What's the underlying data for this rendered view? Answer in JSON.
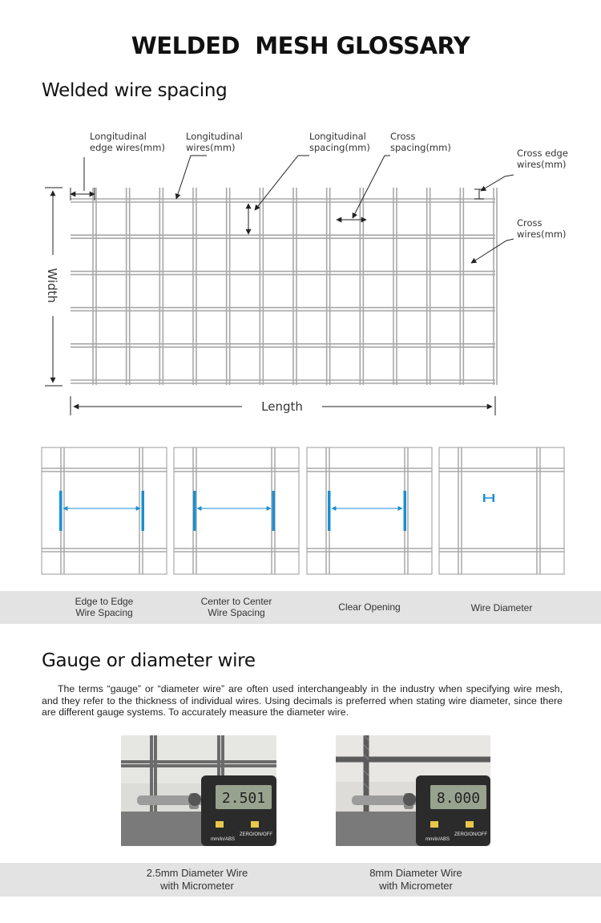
{
  "page": {
    "title": "WELDED  MESH GLOSSARY"
  },
  "section1": {
    "title": "Welded wire spacing",
    "labels": {
      "longitudinal_edge_line1": "Longitudinal",
      "longitudinal_edge_line2": "edge wires(mm)",
      "longitudinal_wires_line1": "Longitudinal",
      "longitudinal_wires_line2": "wires(mm)",
      "longitudinal_spacing_line1": "Longitudinal",
      "longitudinal_spacing_line2": "spacing(mm)",
      "cross_spacing_line1": "Cross",
      "cross_spacing_line2": "spacing(mm)",
      "cross_edge_line1": "Cross edge",
      "cross_edge_line2": "wires(mm)",
      "cross_wires_line1": "Cross",
      "cross_wires_line2": "wires(mm)",
      "width": "Width",
      "length": "Length"
    },
    "accent_color": "#1a8fd0",
    "wire_color": "#a8a8a8",
    "spacing_types": [
      {
        "line1": "Edge to Edge",
        "line2": "Wire Spacing"
      },
      {
        "line1": "Center to Center",
        "line2": "Wire Spacing"
      },
      {
        "line1": "Clear Opening",
        "line2": ""
      },
      {
        "line1": "Wire Diameter",
        "line2": ""
      }
    ]
  },
  "section2": {
    "title": "Gauge or diameter wire",
    "intro": "The terms “gauge” or “diameter wire” are often used interchangeably in the industry when specifying wire mesh, and they refer to the thickness of individual wires. Using decimals is preferred when stating wire diameter, since there are different gauge systems. To accurately measure the diameter wire.",
    "photos": [
      {
        "readout": "2.501",
        "btn_left": "mm/in/ABS",
        "btn_right": "ZERO/ON/OFF",
        "caption_line1": "2.5mm Diameter Wire",
        "caption_line2": "with Micrometer"
      },
      {
        "readout": "8.000",
        "btn_left": "mm/in/ABS",
        "btn_right": "ZERO/ON/OFF",
        "caption_line1": "8mm Diameter Wire",
        "caption_line2": "with Micrometer"
      }
    ]
  }
}
